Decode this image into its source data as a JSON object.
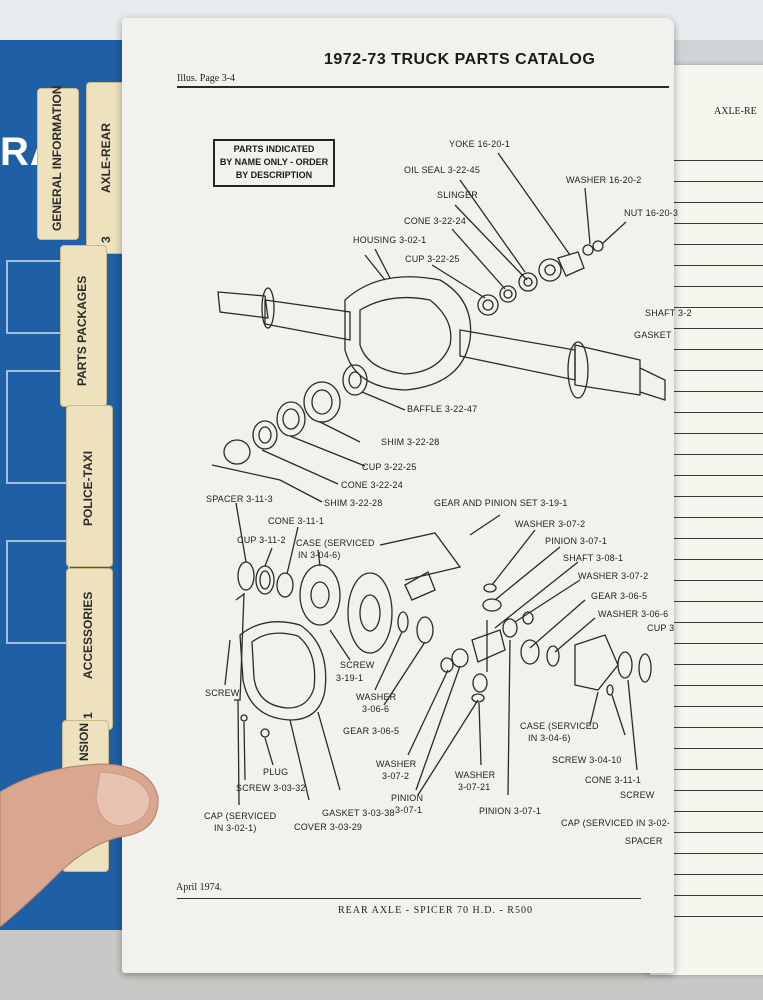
{
  "background": {
    "blue_cover_text": "RA",
    "right_page_header": "AXLE-RE"
  },
  "tabs": [
    {
      "label": "GENERAL INFORMATION"
    },
    {
      "label": "AXLE-REAR",
      "number": "3"
    },
    {
      "label": "PARTS PACKAGES"
    },
    {
      "label": "POLICE-TAXI"
    },
    {
      "label": "ACCESSORIES",
      "number": "1"
    },
    {
      "label": "NSION"
    }
  ],
  "page": {
    "illus_ref": "Illus. Page 3-4",
    "title": "1972-73 TRUCK PARTS CATALOG",
    "note_lines": [
      "PARTS INDICATED",
      "BY NAME ONLY - ORDER",
      "BY DESCRIPTION"
    ],
    "footer_date": "April 1974.",
    "footer_section": "REAR AXLE - SPICER 70 H.D. - R500"
  },
  "labels": [
    {
      "id": "yoke",
      "text": "YOKE 16-20-1"
    },
    {
      "id": "oil-seal",
      "text": "OIL SEAL 3-22-45"
    },
    {
      "id": "slinger",
      "text": "SLINGER"
    },
    {
      "id": "washer-16-20-2",
      "text": "WASHER 16-20-2"
    },
    {
      "id": "nut",
      "text": "NUT 16-20-3"
    },
    {
      "id": "cone-3-22-24-top",
      "text": "CONE 3-22-24"
    },
    {
      "id": "housing",
      "text": "HOUSING 3-02-1"
    },
    {
      "id": "cup-3-22-25-top",
      "text": "CUP 3-22-25"
    },
    {
      "id": "shaft-right",
      "text": "SHAFT 3-2"
    },
    {
      "id": "gasket-right",
      "text": "GASKET"
    },
    {
      "id": "baffle",
      "text": "BAFFLE 3-22-47"
    },
    {
      "id": "shim-top",
      "text": "SHIM 3-22-28"
    },
    {
      "id": "cup-mid",
      "text": "CUP 3-22-25"
    },
    {
      "id": "cone-mid",
      "text": "CONE 3-22-24"
    },
    {
      "id": "shim-mid",
      "text": "SHIM 3-22-28"
    },
    {
      "id": "gear-pinion-set",
      "text": "GEAR AND PINION SET 3-19-1"
    },
    {
      "id": "spacer",
      "text": "SPACER 3-11-3"
    },
    {
      "id": "cone-3-11-1",
      "text": "CONE 3-11-1"
    },
    {
      "id": "washer-3-07-2-top",
      "text": "WASHER 3-07-2"
    },
    {
      "id": "pinion-3-07-1-top",
      "text": "PINION 3-07-1"
    },
    {
      "id": "cup-3-11-2",
      "text": "CUP 3-11-2"
    },
    {
      "id": "case-serviced-1",
      "text": "CASE (SERVICED"
    },
    {
      "id": "case-serviced-1b",
      "text": "IN 3-04-6)"
    },
    {
      "id": "shaft-3-08-1",
      "text": "SHAFT 3-08-1"
    },
    {
      "id": "washer-3-07-2-right",
      "text": "WASHER 3-07-2"
    },
    {
      "id": "gear-3-06-5-right",
      "text": "GEAR 3-06-5"
    },
    {
      "id": "washer-3-06-6-right",
      "text": "WASHER 3-06-6"
    },
    {
      "id": "cup-right-edge",
      "text": "CUP 3"
    },
    {
      "id": "screw-3-19-1",
      "text": "SCREW"
    },
    {
      "id": "screw-3-19-1b",
      "text": "3-19-1"
    },
    {
      "id": "screw-left",
      "text": "SCREW"
    },
    {
      "id": "washer-3-06-6",
      "text": "WASHER"
    },
    {
      "id": "washer-3-06-6b",
      "text": "3-06-6"
    },
    {
      "id": "gear-3-06-5",
      "text": "GEAR 3-06-5"
    },
    {
      "id": "washer-3-07-2-low",
      "text": "WASHER"
    },
    {
      "id": "washer-3-07-2-lowb",
      "text": "3-07-2"
    },
    {
      "id": "pinion-3-07-1-mid",
      "text": "PINION"
    },
    {
      "id": "pinion-3-07-1-midb",
      "text": "3-07-1"
    },
    {
      "id": "washer-3-07-21",
      "text": "WASHER"
    },
    {
      "id": "washer-3-07-21b",
      "text": "3-07-21"
    },
    {
      "id": "case-serviced-2",
      "text": "CASE (SERVICED"
    },
    {
      "id": "case-serviced-2b",
      "text": "IN 3-04-6)"
    },
    {
      "id": "screw-3-04-10",
      "text": "SCREW 3-04-10"
    },
    {
      "id": "cone-3-11-1-right",
      "text": "CONE 3-11-1"
    },
    {
      "id": "screw-right",
      "text": "SCREW"
    },
    {
      "id": "plug",
      "text": "PLUG"
    },
    {
      "id": "screw-3-03-32",
      "text": "SCREW 3-03-32"
    },
    {
      "id": "gasket-3-03-38",
      "text": "GASKET 3-03-38"
    },
    {
      "id": "cover",
      "text": "COVER 3-03-29"
    },
    {
      "id": "cap-left",
      "text": "CAP (SERVICED"
    },
    {
      "id": "cap-leftb",
      "text": "IN 3-02-1)"
    },
    {
      "id": "pinion-3-07-1-bottom",
      "text": "PINION 3-07-1"
    },
    {
      "id": "cap-right",
      "text": "CAP (SERVICED IN 3-02-"
    },
    {
      "id": "spacer-right",
      "text": "SPACER"
    }
  ]
}
